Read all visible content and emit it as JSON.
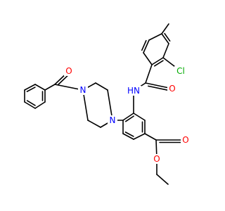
{
  "molecule": {
    "atoms": {
      "o_benzoyl": {
        "text": "O",
        "color": "#ff0000"
      },
      "n_pip_left": {
        "text": "N",
        "color": "#0000ff"
      },
      "n_pip_right": {
        "text": "N",
        "color": "#0000ff"
      },
      "o_amide": {
        "text": "O",
        "color": "#ff0000"
      },
      "n_amide": {
        "text": "HN",
        "color": "#0000ff"
      },
      "cl": {
        "text": "Cl",
        "color": "#00aa00"
      },
      "o_ester_carbonyl": {
        "text": "O",
        "color": "#ff0000"
      },
      "o_ester": {
        "text": "O",
        "color": "#ff0000"
      }
    }
  }
}
